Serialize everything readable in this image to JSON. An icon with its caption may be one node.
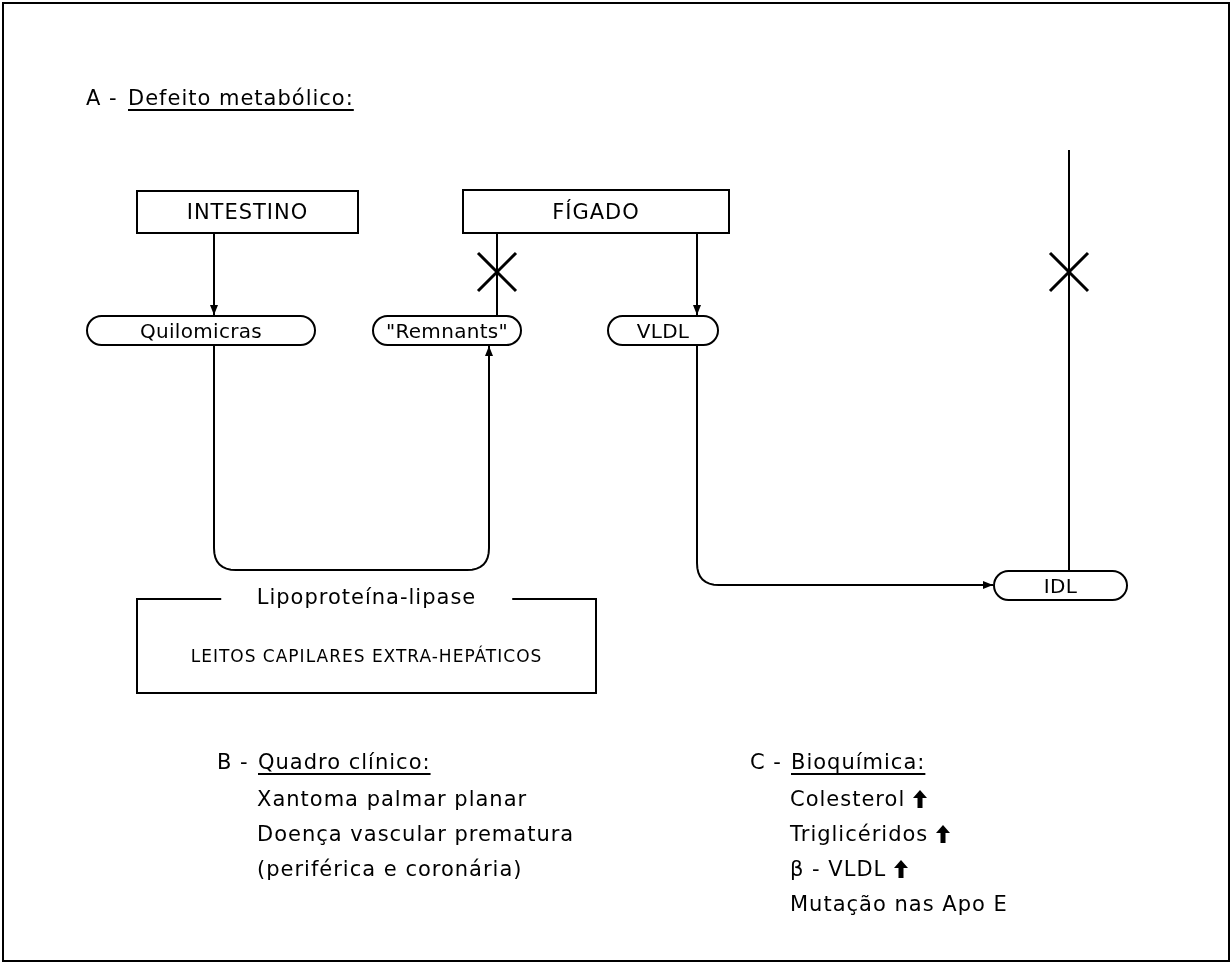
{
  "diagram": {
    "nodes": [
      {
        "text": [
          "INTESTINO"
        ]
      },
      {
        "text": [
          "FÍGADO"
        ]
      },
      {
        "text": [
          "Quilomicras"
        ]
      },
      {
        "text": [
          "\"Remnants\""
        ]
      },
      {
        "text": [
          "VLDL"
        ]
      },
      {
        "text": [
          "IDL"
        ]
      },
      {
        "text": [
          "Lipoproteína-lipase",
          "LEITOS CAPILARES EXTRA-HEPÁTICOS"
        ]
      }
    ],
    "edges": [
      {
        "from": 0,
        "to": 2,
        "arrow": "to"
      },
      {
        "from": 3,
        "to": 1,
        "arrow": "none"
      },
      {
        "from": 1,
        "to": 4,
        "arrow": "to"
      },
      {
        "from": 2,
        "to": 3,
        "arrow": "to"
      },
      {
        "from": 4,
        "to": 5,
        "arrow": "to"
      },
      {
        "from": 5,
        "to": null,
        "arrow": "none"
      }
    ],
    "labels": [
      "A -",
      "Defeito metabólico:",
      "B -",
      "Quadro clínico:",
      "Xantoma palmar planar",
      "Doença vascular prematura",
      "(periférica e coronária)",
      "C -",
      "Bioquímica:",
      "Colesterol",
      "Triglicéridos",
      "β - VLDL",
      "Mutação nas Apo E"
    ]
  }
}
